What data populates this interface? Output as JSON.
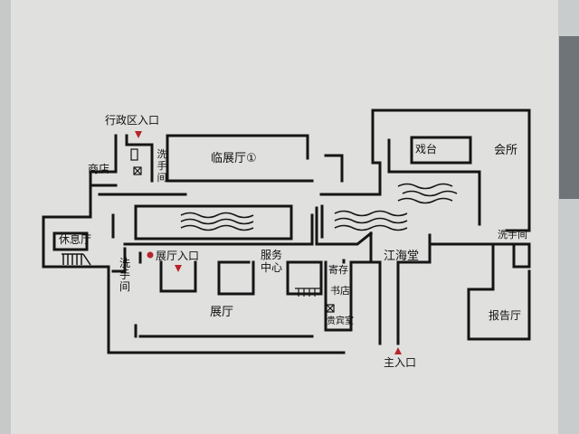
{
  "map": {
    "labels": {
      "admin_entrance": "行政区入口",
      "shop": "商店",
      "restroom_top": "洗手间",
      "temp_hall": "临展厅①",
      "stage": "戏台",
      "club": "会所",
      "lounge": "休息厅",
      "hall_entrance": "展厅入口",
      "service_center": "服务中心",
      "restroom_left": "洗手间",
      "restroom_right": "洗手间",
      "cloakroom": "寄存",
      "bookstore": "书店",
      "vip_room": "贵宾室",
      "jianghai_hall": "江海堂",
      "exhibition_hall": "展厅",
      "lecture_hall": "报告厅",
      "main_entrance": "主入口"
    },
    "colors": {
      "wall": "#d9dbd8",
      "panel": "#e3e4e1",
      "line": "#151515",
      "entrance_marker": "#b8232a",
      "background": "#9aa0a2"
    },
    "icons": [
      "entrance-triangle-icon",
      "entrance-dot-icon",
      "stairs-icon",
      "water-wave-icon"
    ]
  }
}
